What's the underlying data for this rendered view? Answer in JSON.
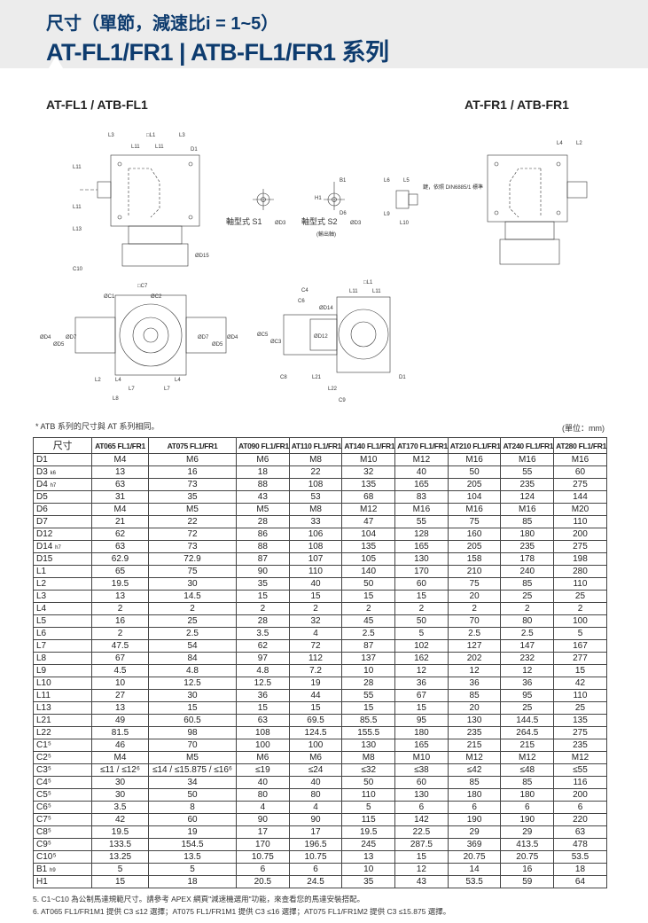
{
  "header": {
    "title_line1": "尺寸（單節，減速比i = 1~5）",
    "title_line2": "AT-FL1/FR1 | ATB-FL1/FR1 系列"
  },
  "views": {
    "left_label": "AT-FL1 / ATB-FL1",
    "right_label": "AT-FR1 / ATB-FR1"
  },
  "drawing_labels": {
    "L3": "L3",
    "L1box": "□L1",
    "L11": "L11",
    "D1": "D1",
    "D15": "ØD15",
    "C10": "C10",
    "L13": "L13",
    "L2": "L2",
    "L4": "L4",
    "shaft_s1": "軸型式 S1",
    "shaft_s2": "軸型式 S2",
    "d3": "ØD3",
    "output_shaft": "(輸出軸)",
    "B1": "B1",
    "H1": "H1",
    "D6": "D6",
    "L6": "L6",
    "L5": "L5",
    "L9": "L9",
    "L10": "L10",
    "key_note": "鍵，依照 DIN6885/1 標準",
    "C7": "□C7",
    "C1": "ØC1",
    "C2": "ØC2",
    "D4": "ØD4",
    "D5": "ØD5",
    "D7": "ØD7",
    "L7": "L7",
    "L8": "L8",
    "C4": "C4",
    "C6": "C6",
    "D14": "ØD14",
    "C5": "ØC5",
    "C3": "ØC3",
    "D12": "ØD12",
    "C8": "C8",
    "L21": "L21",
    "L22": "L22",
    "C9": "C9"
  },
  "notes": {
    "atb_note": "* ATB 系列的尺寸與 AT 系列相同。",
    "unit": "(單位：mm)"
  },
  "table": {
    "headers": [
      "尺寸",
      "AT065 FL1/FR1",
      "AT075 FL1/FR1",
      "AT090 FL1/FR1",
      "AT110 FL1/FR1",
      "AT140 FL1/FR1",
      "AT170 FL1/FR1",
      "AT210 FL1/FR1",
      "AT240 FL1/FR1",
      "AT280 FL1/FR1"
    ],
    "rows": [
      {
        "label": "D1",
        "cells": [
          "M4",
          "M6",
          "M6",
          "M8",
          "M10",
          "M12",
          "M16",
          "M16",
          "M16"
        ]
      },
      {
        "label": "D3",
        "sub": "k6",
        "cells": [
          "13",
          "16",
          "18",
          "22",
          "32",
          "40",
          "50",
          "55",
          "60"
        ]
      },
      {
        "label": "D4",
        "sub": "h7",
        "cells": [
          "63",
          "73",
          "88",
          "108",
          "135",
          "165",
          "205",
          "235",
          "275"
        ]
      },
      {
        "label": "D5",
        "cells": [
          "31",
          "35",
          "43",
          "53",
          "68",
          "83",
          "104",
          "124",
          "144"
        ]
      },
      {
        "label": "D6",
        "cells": [
          "M4",
          "M5",
          "M5",
          "M8",
          "M12",
          "M16",
          "M16",
          "M16",
          "M20"
        ]
      },
      {
        "label": "D7",
        "cells": [
          "21",
          "22",
          "28",
          "33",
          "47",
          "55",
          "75",
          "85",
          "110"
        ]
      },
      {
        "label": "D12",
        "cells": [
          "62",
          "72",
          "86",
          "106",
          "104",
          "128",
          "160",
          "180",
          "200"
        ]
      },
      {
        "label": "D14",
        "sub": "h7",
        "cells": [
          "63",
          "73",
          "88",
          "108",
          "135",
          "165",
          "205",
          "235",
          "275"
        ]
      },
      {
        "label": "D15",
        "cells": [
          "62.9",
          "72.9",
          "87",
          "107",
          "105",
          "130",
          "158",
          "178",
          "198"
        ]
      },
      {
        "label": "L1",
        "cells": [
          "65",
          "75",
          "90",
          "110",
          "140",
          "170",
          "210",
          "240",
          "280"
        ]
      },
      {
        "label": "L2",
        "cells": [
          "19.5",
          "30",
          "35",
          "40",
          "50",
          "60",
          "75",
          "85",
          "110"
        ]
      },
      {
        "label": "L3",
        "cells": [
          "13",
          "14.5",
          "15",
          "15",
          "15",
          "15",
          "20",
          "25",
          "25"
        ]
      },
      {
        "label": "L4",
        "cells": [
          "2",
          "2",
          "2",
          "2",
          "2",
          "2",
          "2",
          "2",
          "2"
        ]
      },
      {
        "label": "L5",
        "cells": [
          "16",
          "25",
          "28",
          "32",
          "45",
          "50",
          "70",
          "80",
          "100"
        ]
      },
      {
        "label": "L6",
        "cells": [
          "2",
          "2.5",
          "3.5",
          "4",
          "2.5",
          "5",
          "2.5",
          "2.5",
          "5"
        ]
      },
      {
        "label": "L7",
        "cells": [
          "47.5",
          "54",
          "62",
          "72",
          "87",
          "102",
          "127",
          "147",
          "167"
        ]
      },
      {
        "label": "L8",
        "cells": [
          "67",
          "84",
          "97",
          "112",
          "137",
          "162",
          "202",
          "232",
          "277"
        ]
      },
      {
        "label": "L9",
        "cells": [
          "4.5",
          "4.8",
          "4.8",
          "7.2",
          "10",
          "12",
          "12",
          "12",
          "15"
        ]
      },
      {
        "label": "L10",
        "cells": [
          "10",
          "12.5",
          "12.5",
          "19",
          "28",
          "36",
          "36",
          "36",
          "42"
        ]
      },
      {
        "label": "L11",
        "cells": [
          "27",
          "30",
          "36",
          "44",
          "55",
          "67",
          "85",
          "95",
          "110"
        ]
      },
      {
        "label": "L13",
        "cells": [
          "13",
          "15",
          "15",
          "15",
          "15",
          "15",
          "20",
          "25",
          "25"
        ]
      },
      {
        "label": "L21",
        "cells": [
          "49",
          "60.5",
          "63",
          "69.5",
          "85.5",
          "95",
          "130",
          "144.5",
          "135"
        ]
      },
      {
        "label": "L22",
        "cells": [
          "81.5",
          "98",
          "108",
          "124.5",
          "155.5",
          "180",
          "235",
          "264.5",
          "275"
        ]
      },
      {
        "label": "C1⁵",
        "cells": [
          "46",
          "70",
          "100",
          "100",
          "130",
          "165",
          "215",
          "215",
          "235"
        ]
      },
      {
        "label": "C2⁵",
        "cells": [
          "M4",
          "M5",
          "M6",
          "M6",
          "M8",
          "M10",
          "M12",
          "M12",
          "M12"
        ]
      },
      {
        "label": "C3⁵",
        "cells": [
          "≤11 / ≤12⁶",
          "≤14 / ≤15.875 / ≤16⁶",
          "≤19",
          "≤24",
          "≤32",
          "≤38",
          "≤42",
          "≤48",
          "≤55"
        ]
      },
      {
        "label": "C4⁵",
        "cells": [
          "30",
          "34",
          "40",
          "40",
          "50",
          "60",
          "85",
          "85",
          "116"
        ]
      },
      {
        "label": "C5⁵",
        "cells": [
          "30",
          "50",
          "80",
          "80",
          "110",
          "130",
          "180",
          "180",
          "200"
        ]
      },
      {
        "label": "C6⁵",
        "cells": [
          "3.5",
          "8",
          "4",
          "4",
          "5",
          "6",
          "6",
          "6",
          "6"
        ]
      },
      {
        "label": "C7⁵",
        "cells": [
          "42",
          "60",
          "90",
          "90",
          "115",
          "142",
          "190",
          "190",
          "220"
        ]
      },
      {
        "label": "C8⁵",
        "cells": [
          "19.5",
          "19",
          "17",
          "17",
          "19.5",
          "22.5",
          "29",
          "29",
          "63"
        ]
      },
      {
        "label": "C9⁵",
        "cells": [
          "133.5",
          "154.5",
          "170",
          "196.5",
          "245",
          "287.5",
          "369",
          "413.5",
          "478"
        ]
      },
      {
        "label": "C10⁵",
        "cells": [
          "13.25",
          "13.5",
          "10.75",
          "10.75",
          "13",
          "15",
          "20.75",
          "20.75",
          "53.5"
        ]
      },
      {
        "label": "B1",
        "sub": "h9",
        "cells": [
          "5",
          "5",
          "6",
          "6",
          "10",
          "12",
          "14",
          "16",
          "18"
        ]
      },
      {
        "label": "H1",
        "cells": [
          "15",
          "18",
          "20.5",
          "24.5",
          "35",
          "43",
          "53.5",
          "59",
          "64"
        ]
      }
    ]
  },
  "footnotes": [
    "5. C1~C10 為公制馬達規範尺寸。請參考 APEX 網頁\"減速機選用\"功能，來查看您的馬達安裝搭配。",
    "6. AT065 FL1/FR1M1 提供 C3 ≤12 選擇；AT075 FL1/FR1M1 提供 C3 ≤16 選擇；AT075 FL1/FR1M2 提供 C3 ≤15.875 選擇。"
  ]
}
